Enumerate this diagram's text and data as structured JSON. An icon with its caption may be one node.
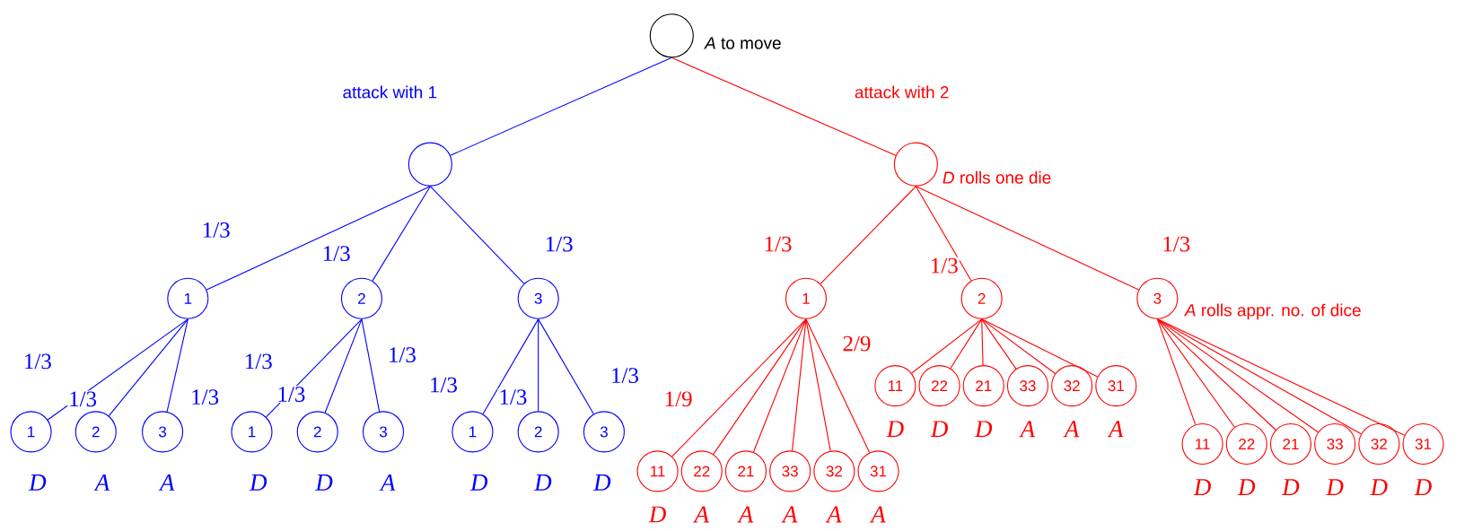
{
  "diagram": {
    "nodes": [
      {
        "text": [],
        "shape": "circle",
        "beside": [
          "*A* to move"
        ]
      },
      {
        "text": [],
        "shape": "circle"
      },
      {
        "text": [],
        "shape": "circle",
        "beside": [
          "*D* rolls one die"
        ]
      },
      {
        "text": [
          "1"
        ]
      },
      {
        "text": [
          "2"
        ]
      },
      {
        "text": [
          "3"
        ]
      },
      {
        "text": [
          "1"
        ]
      },
      {
        "text": [
          "2"
        ]
      },
      {
        "text": [
          "3"
        ],
        "beside": [
          "*A* rolls appr. no. of dice"
        ]
      },
      {
        "text": [
          "1"
        ],
        "beside": [
          "D"
        ]
      },
      {
        "text": [
          "2"
        ],
        "beside": [
          "A"
        ]
      },
      {
        "text": [
          "3"
        ],
        "beside": [
          "A"
        ]
      },
      {
        "text": [
          "1"
        ],
        "beside": [
          "D"
        ]
      },
      {
        "text": [
          "2"
        ],
        "beside": [
          "D"
        ]
      },
      {
        "text": [
          "3"
        ],
        "beside": [
          "A"
        ]
      },
      {
        "text": [
          "1"
        ],
        "beside": [
          "D"
        ]
      },
      {
        "text": [
          "2"
        ],
        "beside": [
          "D"
        ]
      },
      {
        "text": [
          "3"
        ],
        "beside": [
          "D"
        ]
      },
      {
        "text": [
          "11"
        ],
        "beside": [
          "D"
        ]
      },
      {
        "text": [
          "22"
        ],
        "beside": [
          "A"
        ]
      },
      {
        "text": [
          "21"
        ],
        "beside": [
          "A"
        ]
      },
      {
        "text": [
          "33"
        ],
        "beside": [
          "A"
        ]
      },
      {
        "text": [
          "32"
        ],
        "beside": [
          "A"
        ]
      },
      {
        "text": [
          "31"
        ],
        "beside": [
          "A"
        ]
      },
      {
        "text": [
          "11"
        ],
        "beside": [
          "D"
        ]
      },
      {
        "text": [
          "22"
        ],
        "beside": [
          "D"
        ]
      },
      {
        "text": [
          "21"
        ],
        "beside": [
          "D"
        ]
      },
      {
        "text": [
          "33"
        ],
        "beside": [
          "A"
        ]
      },
      {
        "text": [
          "32"
        ],
        "beside": [
          "A"
        ]
      },
      {
        "text": [
          "31"
        ],
        "beside": [
          "A"
        ]
      },
      {
        "text": [
          "11"
        ],
        "beside": [
          "D"
        ]
      },
      {
        "text": [
          "22"
        ],
        "beside": [
          "D"
        ]
      },
      {
        "text": [
          "21"
        ],
        "beside": [
          "D"
        ]
      },
      {
        "text": [
          "33"
        ],
        "beside": [
          "D"
        ]
      },
      {
        "text": [
          "32"
        ],
        "beside": [
          "D"
        ]
      },
      {
        "text": [
          "31"
        ],
        "beside": [
          "D"
        ]
      }
    ],
    "edges": [
      {
        "from": 0,
        "to": 1,
        "arrow": "none",
        "label": "attack with 1",
        "color": "#0000ff"
      },
      {
        "from": 0,
        "to": 2,
        "arrow": "none",
        "label": "attack with 2"
      },
      {
        "from": 1,
        "to": 3,
        "arrow": "none",
        "label": "1/3",
        "color": "#0000ff"
      },
      {
        "from": 1,
        "to": 4,
        "arrow": "none",
        "label": "1/3",
        "color": "#0000ff"
      },
      {
        "from": 1,
        "to": 5,
        "arrow": "none",
        "label": "1/3",
        "color": "#0000ff"
      },
      {
        "from": 2,
        "to": 6,
        "arrow": "none",
        "label": "1/3"
      },
      {
        "from": 2,
        "to": 7,
        "arrow": "none",
        "label": "1/3"
      },
      {
        "from": 2,
        "to": 8,
        "arrow": "none",
        "label": "1/3"
      },
      {
        "from": 3,
        "to": 9,
        "arrow": "none",
        "label": "1/3",
        "color": "#0000ff"
      },
      {
        "from": 3,
        "to": 10,
        "arrow": "none",
        "label": "1/3",
        "color": "#0000ff"
      },
      {
        "from": 3,
        "to": 11,
        "arrow": "none",
        "label": "1/3",
        "color": "#0000ff"
      },
      {
        "from": 4,
        "to": 12,
        "arrow": "none",
        "label": "1/3",
        "color": "#0000ff"
      },
      {
        "from": 4,
        "to": 13,
        "arrow": "none",
        "label": "1/3",
        "color": "#0000ff"
      },
      {
        "from": 4,
        "to": 14,
        "arrow": "none",
        "label": "1/3",
        "color": "#0000ff"
      },
      {
        "from": 5,
        "to": 15,
        "arrow": "none",
        "label": "1/3",
        "color": "#0000ff"
      },
      {
        "from": 5,
        "to": 16,
        "arrow": "none",
        "label": "1/3",
        "color": "#0000ff"
      },
      {
        "from": 5,
        "to": 17,
        "arrow": "none",
        "label": "1/3",
        "color": "#0000ff"
      },
      {
        "from": 6,
        "to": 18,
        "arrow": "none",
        "label": "1/9"
      },
      {
        "from": 6,
        "to": 19,
        "arrow": "none"
      },
      {
        "from": 6,
        "to": 20,
        "arrow": "none"
      },
      {
        "from": 6,
        "to": 21,
        "arrow": "none"
      },
      {
        "from": 6,
        "to": 22,
        "arrow": "none"
      },
      {
        "from": 6,
        "to": 23,
        "arrow": "none"
      },
      {
        "from": 7,
        "to": 24,
        "arrow": "none",
        "label": "2/9"
      },
      {
        "from": 7,
        "to": 25,
        "arrow": "none"
      },
      {
        "from": 7,
        "to": 26,
        "arrow": "none"
      },
      {
        "from": 7,
        "to": 27,
        "arrow": "none"
      },
      {
        "from": 7,
        "to": 28,
        "arrow": "none"
      },
      {
        "from": 7,
        "to": 29,
        "arrow": "none"
      },
      {
        "from": 8,
        "to": 30,
        "arrow": "none"
      },
      {
        "from": 8,
        "to": 31,
        "arrow": "none"
      },
      {
        "from": 8,
        "to": 32,
        "arrow": "none"
      },
      {
        "from": 8,
        "to": 33,
        "arrow": "none"
      },
      {
        "from": 8,
        "to": 34,
        "arrow": "none"
      },
      {
        "from": 8,
        "to": 35,
        "arrow": "none"
      }
    ]
  }
}
